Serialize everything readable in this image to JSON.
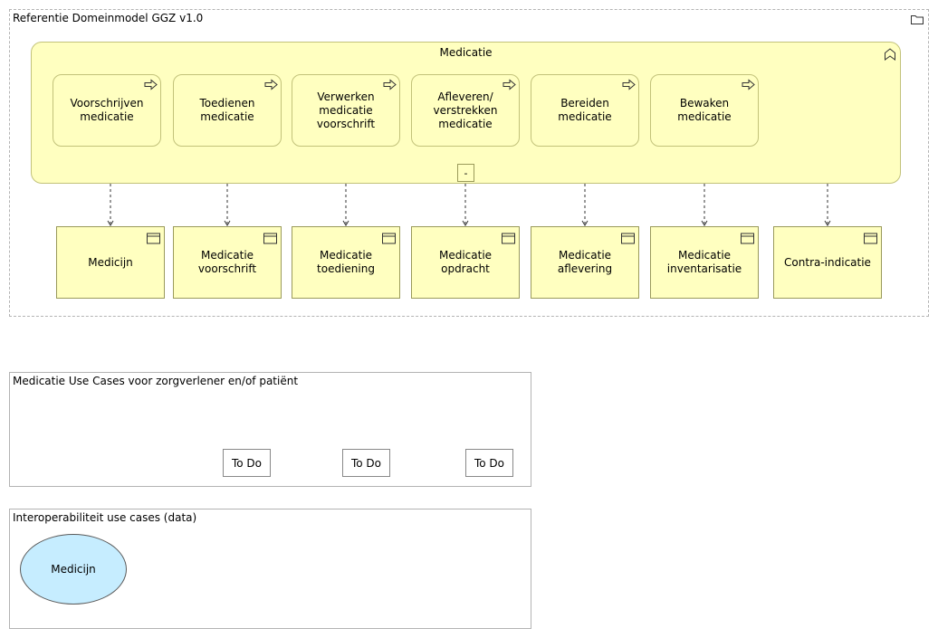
{
  "diagram": {
    "group_title": "Referentie Domeinmodel GGZ v1.0",
    "function_title": "Medicatie",
    "collapse_label": "-",
    "processes": [
      {
        "label": "Voorschrijven medicatie"
      },
      {
        "label": "Toedienen medicatie"
      },
      {
        "label": "Verwerken medicatie voorschrift"
      },
      {
        "label": "Afleveren/ verstrekken medicatie"
      },
      {
        "label": "Bereiden medicatie"
      },
      {
        "label": "Bewaken medicatie"
      }
    ],
    "data_objects": [
      {
        "label": "Medicijn"
      },
      {
        "label": "Medicatie voorschrift"
      },
      {
        "label": "Medicatie toediening"
      },
      {
        "label": "Medicatie opdracht"
      },
      {
        "label": "Medicatie aflevering"
      },
      {
        "label": "Medicatie inventarisatie"
      },
      {
        "label": "Contra-indicatie"
      }
    ]
  },
  "use_cases_frame": {
    "title": "Medicatie Use Cases voor zorgverlener en/of patiënt",
    "todo_buttons": [
      "To Do",
      "To Do",
      "To Do"
    ]
  },
  "interop_frame": {
    "title": "Interoperabiliteit use cases (data)",
    "use_case_label": "Medicijn"
  }
}
